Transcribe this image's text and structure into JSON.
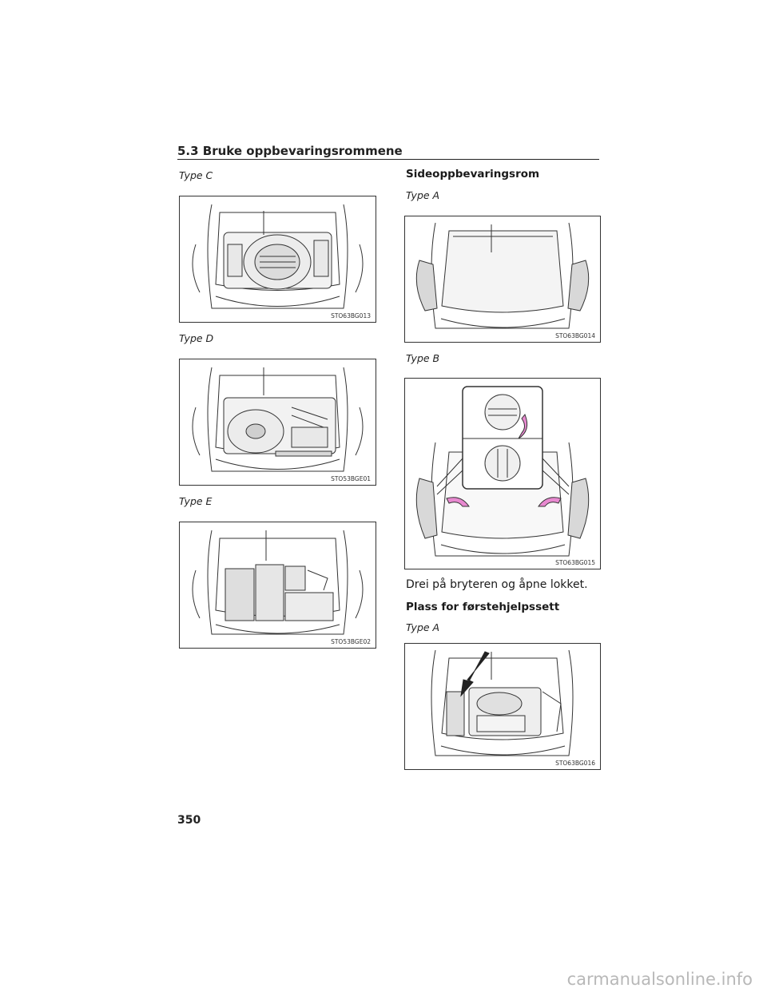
{
  "header": {
    "title": "5.3  Bruke oppbevaringsrommene"
  },
  "left_column": {
    "type_c_label": "Type C",
    "type_c_code": "STO63BG013",
    "type_d_label": "Type D",
    "type_d_code": "STO53BGE01",
    "type_e_label": "Type E",
    "type_e_code": "STO53BGE02"
  },
  "right_column": {
    "side_storage_heading": "Sideoppbevaringsrom",
    "type_a_label": "Type A",
    "type_a_code": "STO63BG014",
    "type_b_label": "Type B",
    "type_b_code": "STO63BG015",
    "instruction_text": "Drei på bryteren og åpne lokket.",
    "first_aid_heading": "Plass for førstehjelpssett",
    "first_aid_type_a_label": "Type A",
    "first_aid_code": "STO63BG016"
  },
  "footer": {
    "page_number": "350",
    "watermark": "carmanualsonline.info"
  },
  "colors": {
    "arrow_pink": "#e889d0",
    "shade_gray": "#d8d8d8",
    "line": "#333333"
  }
}
